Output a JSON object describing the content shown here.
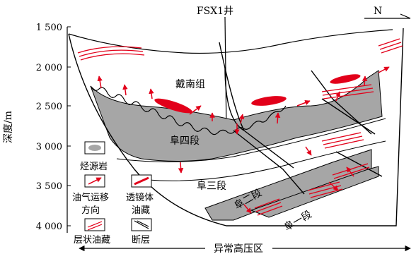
{
  "title": "FSX1井",
  "north_label": "N",
  "y_axis": {
    "label": "深度/m",
    "ticks": [
      "1 500",
      "2 000",
      "2 500",
      "3 000",
      "3 500",
      "4 000"
    ]
  },
  "bottom_label": "异常高压区",
  "units": {
    "dainan": "戴南组",
    "funing4": "阜四段",
    "funing3": "阜三段",
    "funing2": "阜二段",
    "funing1": "阜一段"
  },
  "legend": {
    "source_rock": "烃源岩",
    "migration": "油气运移方向",
    "migration_line1": "油气运移",
    "migration_line2": "方向",
    "lens": "透镜体油藏",
    "lens_line1": "透镜体",
    "lens_line2": "油藏",
    "layered": "层状油藏",
    "fault": "断层"
  },
  "colors": {
    "source_rock": "#a6a6a6",
    "oil": "#e2001a",
    "line": "#000000"
  }
}
